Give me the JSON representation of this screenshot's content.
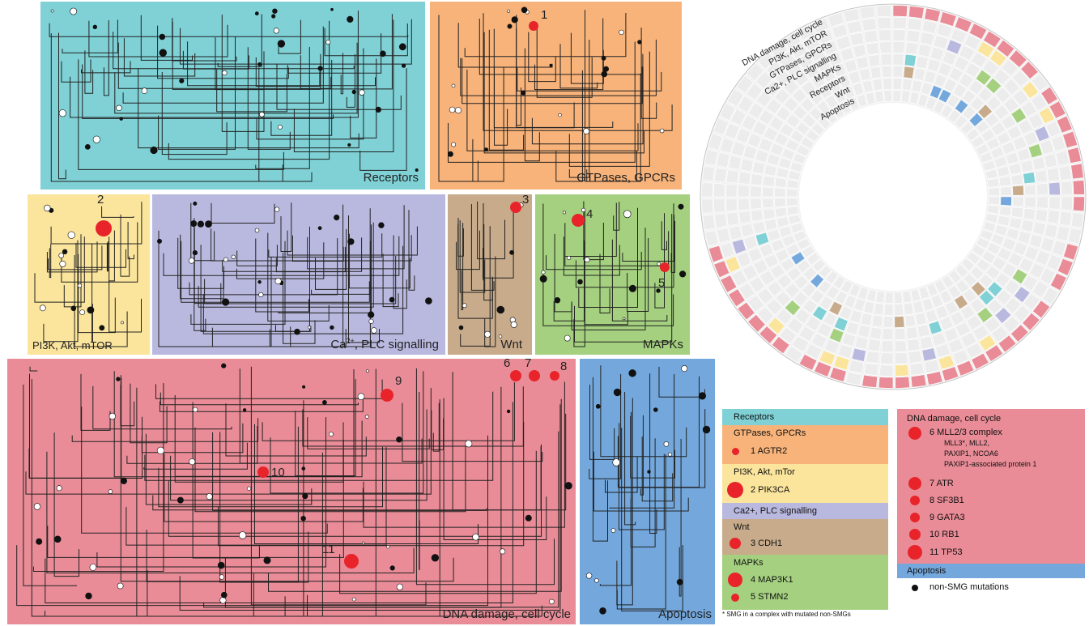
{
  "colors": {
    "receptors": "#7fd1d6",
    "gtpases": "#f7b37a",
    "pi3k": "#fbe59c",
    "ca": "#b9b9df",
    "wnt": "#c7ab8b",
    "mapk": "#a4d07f",
    "dna": "#e98c97",
    "apoptosis": "#74a8dd",
    "smg": "#e8242a",
    "node": "#111111"
  },
  "panels": {
    "receptors": "Receptors",
    "gtpases": "GTPases, GPCRs",
    "pi3k": "PI3K, Akt, mTOR",
    "ca_prefix": "Ca",
    "ca_sup": "2+",
    "ca_suffix": ", PLC signalling",
    "wnt": "Wnt",
    "mapk": "MAPKs",
    "dna": "DNA damage, cell cycle",
    "apoptosis": "Apoptosis"
  },
  "markers": [
    "1",
    "2",
    "3",
    "4",
    "5",
    "6",
    "7",
    "8",
    "9",
    "10",
    "11"
  ],
  "circos": {
    "labels": [
      "DNA damage, cell cycle",
      "PI3K, Akt, mTOR",
      "GTPases, GPCRs",
      "Ca2+, PLC signalling",
      "MAPKs",
      "Receptors",
      "Wnt",
      "Apoptosis"
    ],
    "ring_colors": [
      "#e98c97",
      "#fbe59c",
      "#b9b9df",
      "#a4d07f",
      "#7fd1d6",
      "#c7ab8b",
      "#74a8dd"
    ]
  },
  "legend_left": {
    "receptors": "Receptors",
    "gtpases": "GTPases, GPCRs",
    "agtr2": "1  AGTR2",
    "pi3k": "PI3K, Akt, mTor",
    "pik3ca": "2  PIK3CA",
    "ca": "Ca2+, PLC signalling",
    "wnt": "Wnt",
    "cdh1": "3  CDH1",
    "mapks": "MAPKs",
    "map3k1": "4  MAP3K1",
    "stmn2": "5  STMN2"
  },
  "legend_right": {
    "dna": "DNA damage, cell cycle",
    "mll": "6  MLL2/3 complex",
    "mll_l1": "MLL3*, MLL2,",
    "mll_l2": "PAXIP1, NCOA6",
    "mll_l3": "PAXIP1-associated protein 1",
    "atr": "7  ATR",
    "sf3b1": "8  SF3B1",
    "gata3": "9  GATA3",
    "rb1": "10  RB1",
    "tp53": "11  TP53",
    "apoptosis": "Apoptosis",
    "nonsmg": "non-SMG mutations"
  },
  "footnote": "* SMG in a complex with mutated non-SMGs"
}
